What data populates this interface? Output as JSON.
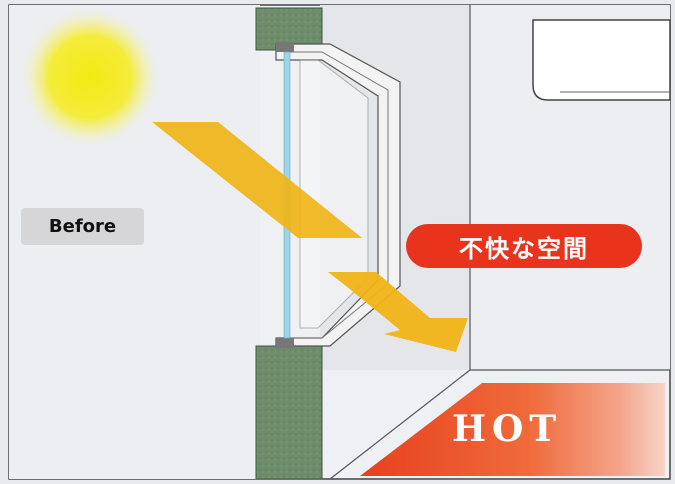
{
  "labels": {
    "before": "Before",
    "warning": "不快な空間",
    "hot": "HOT"
  },
  "colors": {
    "sun": "#f6ea1a",
    "sunlight_arrow": "#f0b418",
    "warning_badge": "#e8341c",
    "hot_floor": "#ec5a2c",
    "wall": "#6f8f6c",
    "glass": "#9fd3e6",
    "background": "#e9eaee"
  }
}
